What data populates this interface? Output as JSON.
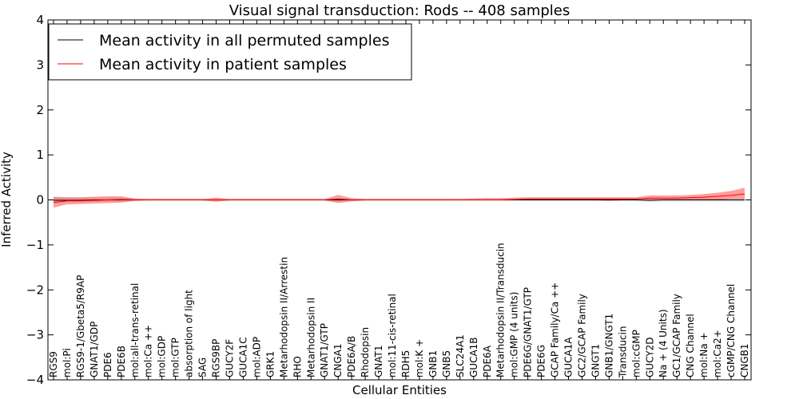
{
  "chart_data": {
    "type": "line",
    "title": "Visual signal transduction: Rods -- 408 samples",
    "xlabel": "Cellular Entities",
    "ylabel": "Inferred Activity",
    "ylim": [
      -4,
      4
    ],
    "yticks": [
      -4,
      -3,
      -2,
      -1,
      0,
      1,
      2,
      3,
      4
    ],
    "grid": false,
    "legend_position": "top-left",
    "categories": [
      "RGS9",
      "mol:Pi",
      "RGS9-1/Gbeta5/R9AP",
      "GNAT1/GDP",
      "PDE6",
      "PDE6B",
      "mol:all-trans-retinal",
      "mol:Ca ++",
      "mol:GDP",
      "mol:GTP",
      "absorption of light",
      "SAG",
      "RGS9BP",
      "GUCY2F",
      "GUCA1C",
      "mol:ADP",
      "GRK1",
      "Metarhodopsin II/Arrestin",
      "RHO",
      "Metarhodopsin II",
      "GNAT1/GTP",
      "CNGA1",
      "PDE6A/B",
      "Rhodopsin",
      "GNAT1",
      "mol:11-cis-retinal",
      "RDH5",
      "mol:K +",
      "GNB1",
      "GNB5",
      "SLC24A1",
      "GUCA1B",
      "PDE6A",
      "Metarhodopsin II/Transducin",
      "mol:GMP (4 units)",
      "PDE6G/GNAT1/GTP",
      "PDE6G",
      "GCAP Family/Ca ++",
      "GUCA1A",
      "GC2/GCAP Family",
      "GNGT1",
      "GNB1/GNGT1",
      "Transducin",
      "mol:cGMP",
      "GUCY2D",
      "Na + (4 Units)",
      "GC1/GCAP Family",
      "CNG Channel",
      "mol:Na +",
      "mol:Ca2+",
      "cGMP/CNG Channel",
      "CNGB1"
    ],
    "series": [
      {
        "name": "Mean activity in all permuted samples",
        "color": "#000000",
        "band_color": "#b0b0b0",
        "values": [
          -0.01,
          -0.01,
          -0.01,
          0.0,
          0.0,
          0.0,
          0.0,
          0.0,
          0.0,
          0.0,
          0.0,
          0.0,
          0.0,
          0.0,
          0.0,
          0.0,
          0.0,
          0.0,
          0.0,
          0.0,
          0.0,
          0.0,
          0.0,
          0.0,
          0.0,
          0.0,
          0.0,
          0.0,
          0.0,
          0.0,
          0.0,
          0.0,
          0.0,
          0.0,
          0.0,
          0.0,
          0.0,
          0.0,
          0.0,
          0.0,
          0.0,
          0.0,
          0.0,
          0.0,
          -0.01,
          0.0,
          0.0,
          0.0,
          0.0,
          0.0,
          0.0,
          0.0
        ],
        "band_low": [
          -0.06,
          -0.05,
          -0.05,
          -0.04,
          -0.04,
          -0.04,
          -0.03,
          -0.03,
          -0.03,
          -0.03,
          -0.03,
          -0.03,
          -0.03,
          -0.03,
          -0.03,
          -0.03,
          -0.03,
          -0.03,
          -0.03,
          -0.03,
          -0.03,
          -0.04,
          -0.03,
          -0.03,
          -0.03,
          -0.03,
          -0.03,
          -0.03,
          -0.03,
          -0.03,
          -0.03,
          -0.03,
          -0.03,
          -0.03,
          -0.03,
          -0.03,
          -0.03,
          -0.03,
          -0.03,
          -0.03,
          -0.03,
          -0.03,
          -0.03,
          -0.03,
          -0.04,
          -0.04,
          -0.04,
          -0.04,
          -0.04,
          -0.04,
          -0.04,
          -0.04
        ],
        "band_high": [
          0.06,
          0.05,
          0.05,
          0.05,
          0.05,
          0.05,
          0.04,
          0.03,
          0.03,
          0.03,
          0.03,
          0.03,
          0.03,
          0.03,
          0.03,
          0.03,
          0.03,
          0.03,
          0.03,
          0.03,
          0.03,
          0.04,
          0.03,
          0.03,
          0.03,
          0.03,
          0.03,
          0.03,
          0.03,
          0.03,
          0.03,
          0.03,
          0.03,
          0.03,
          0.03,
          0.03,
          0.03,
          0.03,
          0.03,
          0.03,
          0.03,
          0.03,
          0.03,
          0.03,
          0.04,
          0.04,
          0.04,
          0.04,
          0.04,
          0.04,
          0.04,
          0.04
        ]
      },
      {
        "name": "Mean activity in patient samples",
        "color": "#ff0000",
        "band_color": "#ff0000",
        "values": [
          -0.06,
          -0.02,
          -0.02,
          -0.01,
          0.0,
          0.01,
          0.0,
          0.0,
          0.0,
          0.0,
          0.0,
          0.0,
          0.0,
          0.0,
          0.0,
          0.0,
          0.0,
          0.0,
          0.0,
          0.0,
          0.0,
          0.02,
          0.0,
          0.0,
          0.0,
          0.0,
          0.0,
          0.0,
          0.0,
          0.0,
          0.0,
          0.0,
          0.0,
          0.0,
          0.01,
          0.02,
          0.02,
          0.02,
          0.02,
          0.02,
          0.02,
          0.02,
          0.02,
          0.02,
          0.04,
          0.04,
          0.04,
          0.05,
          0.06,
          0.08,
          0.1,
          0.13
        ],
        "band_low": [
          -0.17,
          -0.1,
          -0.09,
          -0.08,
          -0.07,
          -0.06,
          -0.02,
          -0.01,
          -0.01,
          -0.01,
          -0.01,
          -0.01,
          -0.04,
          -0.01,
          -0.01,
          -0.01,
          -0.01,
          -0.01,
          -0.01,
          -0.01,
          -0.01,
          -0.07,
          -0.03,
          -0.01,
          -0.01,
          -0.01,
          -0.01,
          -0.01,
          -0.01,
          -0.01,
          -0.01,
          -0.01,
          -0.01,
          -0.01,
          -0.01,
          -0.01,
          -0.01,
          -0.01,
          -0.01,
          -0.01,
          -0.01,
          -0.02,
          -0.01,
          -0.01,
          -0.01,
          0.0,
          0.0,
          0.0,
          0.0,
          0.0,
          0.02,
          0.02
        ],
        "band_high": [
          0.07,
          0.06,
          0.06,
          0.07,
          0.08,
          0.08,
          0.03,
          0.02,
          0.02,
          0.02,
          0.02,
          0.02,
          0.05,
          0.02,
          0.02,
          0.02,
          0.02,
          0.02,
          0.02,
          0.02,
          0.02,
          0.11,
          0.04,
          0.02,
          0.02,
          0.02,
          0.02,
          0.02,
          0.02,
          0.02,
          0.02,
          0.03,
          0.04,
          0.04,
          0.05,
          0.06,
          0.06,
          0.06,
          0.06,
          0.06,
          0.06,
          0.06,
          0.06,
          0.06,
          0.1,
          0.1,
          0.1,
          0.11,
          0.13,
          0.16,
          0.2,
          0.27
        ]
      }
    ]
  }
}
